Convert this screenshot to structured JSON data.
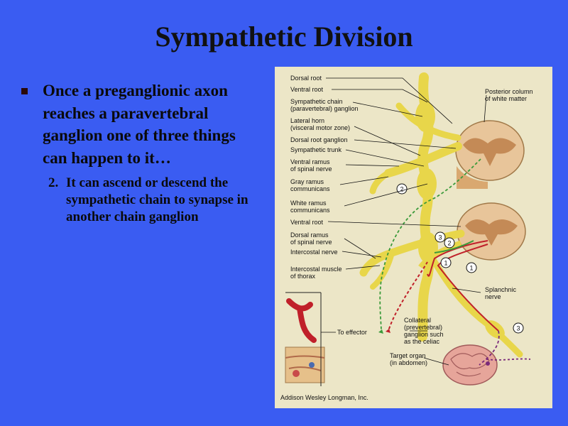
{
  "slide": {
    "title": "Sympathetic Division",
    "bullet_text": "Once a preganglionic axon reaches a paravertebral ganglion one of three things can happen to it…",
    "sub_number": "2.",
    "sub_text": "It can ascend or descend the sympathetic chain to synapse in another chain ganglion"
  },
  "figure": {
    "left_labels": [
      "Dorsal root",
      "Ventral root",
      "Sympathetic chain",
      "(paravertebral) ganglion",
      "Lateral horn",
      "(visceral motor zone)",
      "Dorsal root ganglion",
      "Sympathetic trunk",
      "Ventral ramus",
      "of spinal nerve",
      "Gray ramus",
      "communicans",
      "White ramus",
      "communicans",
      "Ventral root",
      "Dorsal ramus",
      "of spinal nerve",
      "Intercostal nerve",
      "Intercostal muscle",
      "of thorax"
    ],
    "right_labels": {
      "posterior_column": [
        "Posterior column",
        "of white matter"
      ],
      "splanchnic": [
        "Splanchnic",
        "nerve"
      ],
      "collateral": [
        "Collateral",
        "(prevertebral)",
        "ganglion such",
        "as the celiac"
      ],
      "target_organ": [
        "Target organ",
        "(in abdomen)"
      ],
      "effector": "To effector"
    },
    "pathway_numbers": [
      "1",
      "1",
      "2",
      "2",
      "3",
      "3"
    ],
    "copyright": "Addison Wesley Longman, Inc."
  },
  "colors": {
    "background": "#3a5cf2",
    "nerve_yellow": "#e8d64a",
    "cord_tan": "#e8c59a",
    "grey_matter": "#c48a56",
    "pathway_red": "#c0202a",
    "pathway_green": "#3a9a3a",
    "pathway_purple": "#7a2a7a"
  }
}
